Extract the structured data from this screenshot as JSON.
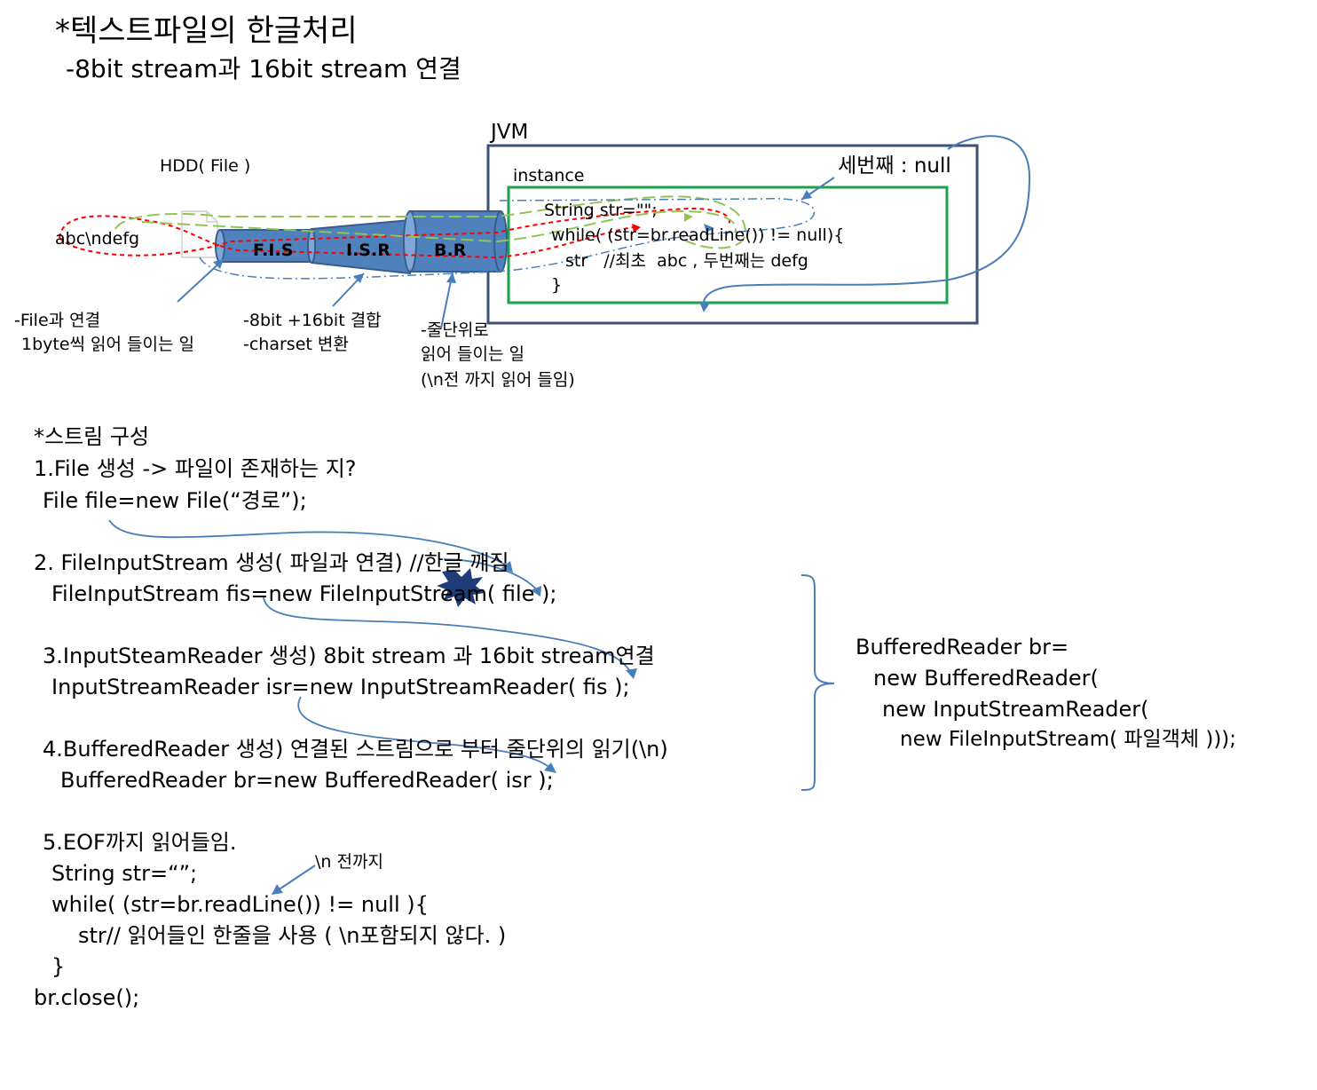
{
  "title": "*텍스트파일의 한글처리",
  "subtitle": "-8bit stream과 16bit stream 연결",
  "diagram": {
    "jvm_label": "JVM",
    "instance_label": "instance",
    "hdd_label": "HDD( File )",
    "file_content": "abc\\ndefg",
    "pipes": [
      "F.I.S",
      "I.S.R",
      "B.R"
    ],
    "third_note": "세번째 : null",
    "code_lines": [
      "String str=\"\";",
      "while( (str=br.readLine()) != null){",
      "str   //최초  abc , 두번째는 defg",
      "}"
    ],
    "annotations": {
      "fis": [
        "-File과 연결",
        "1byte씩 읽어 들이는 일"
      ],
      "isr": [
        "-8bit +16bit 결합",
        "-charset 변환"
      ],
      "br": [
        "-줄단위로",
        "읽어 들이는 일",
        "(\\n전 까지 읽어 들임)"
      ]
    }
  },
  "steps": {
    "heading": "*스트림 구성",
    "step1": [
      "1.File 생성 -> 파일이 존재하는 지?",
      "File file=new File(“경로”);"
    ],
    "step2": [
      "2. FileInputStream 생성( 파일과 연결) //한글 깨짐",
      "FileInputStream fis=new FileInputStream( file );"
    ],
    "step3": [
      "3.InputSteamReader 생성) 8bit stream 과 16bit stream연결",
      "InputStreamReader isr=new InputStreamReader( fis );"
    ],
    "step4": [
      "4.BufferedReader 생성) 연결된 스트림으로 부터 줄단위의 읽기(\\n)",
      "BufferedReader br=new BufferedReader( isr );"
    ],
    "step5": {
      "heading": "5.EOF까지 읽어들임.",
      "note": "\\n 전까지",
      "lines": [
        "String str=“”;",
        "while( (str=br.readLine()) != null ){",
        "str// 읽어들인 한줄을 사용 ( \\n포함되지 않다. )",
        "}",
        "br.close();"
      ]
    }
  },
  "combined": [
    "BufferedReader br=",
    "new BufferedReader(",
    "new InputStreamReader(",
    "new FileInputStream( 파일객체 )));"
  ],
  "colors": {
    "jvm_box": "#3b5275",
    "instance_box": "#1aa34a",
    "pipe": "#4f81bd",
    "pipe_edge": "#385d8a",
    "arrow": "#4a7ebb",
    "red_dash": "#ff0000",
    "green_dash": "#92c353",
    "blue_dash": "#4a7ebb",
    "splat": "#1f3c78"
  }
}
